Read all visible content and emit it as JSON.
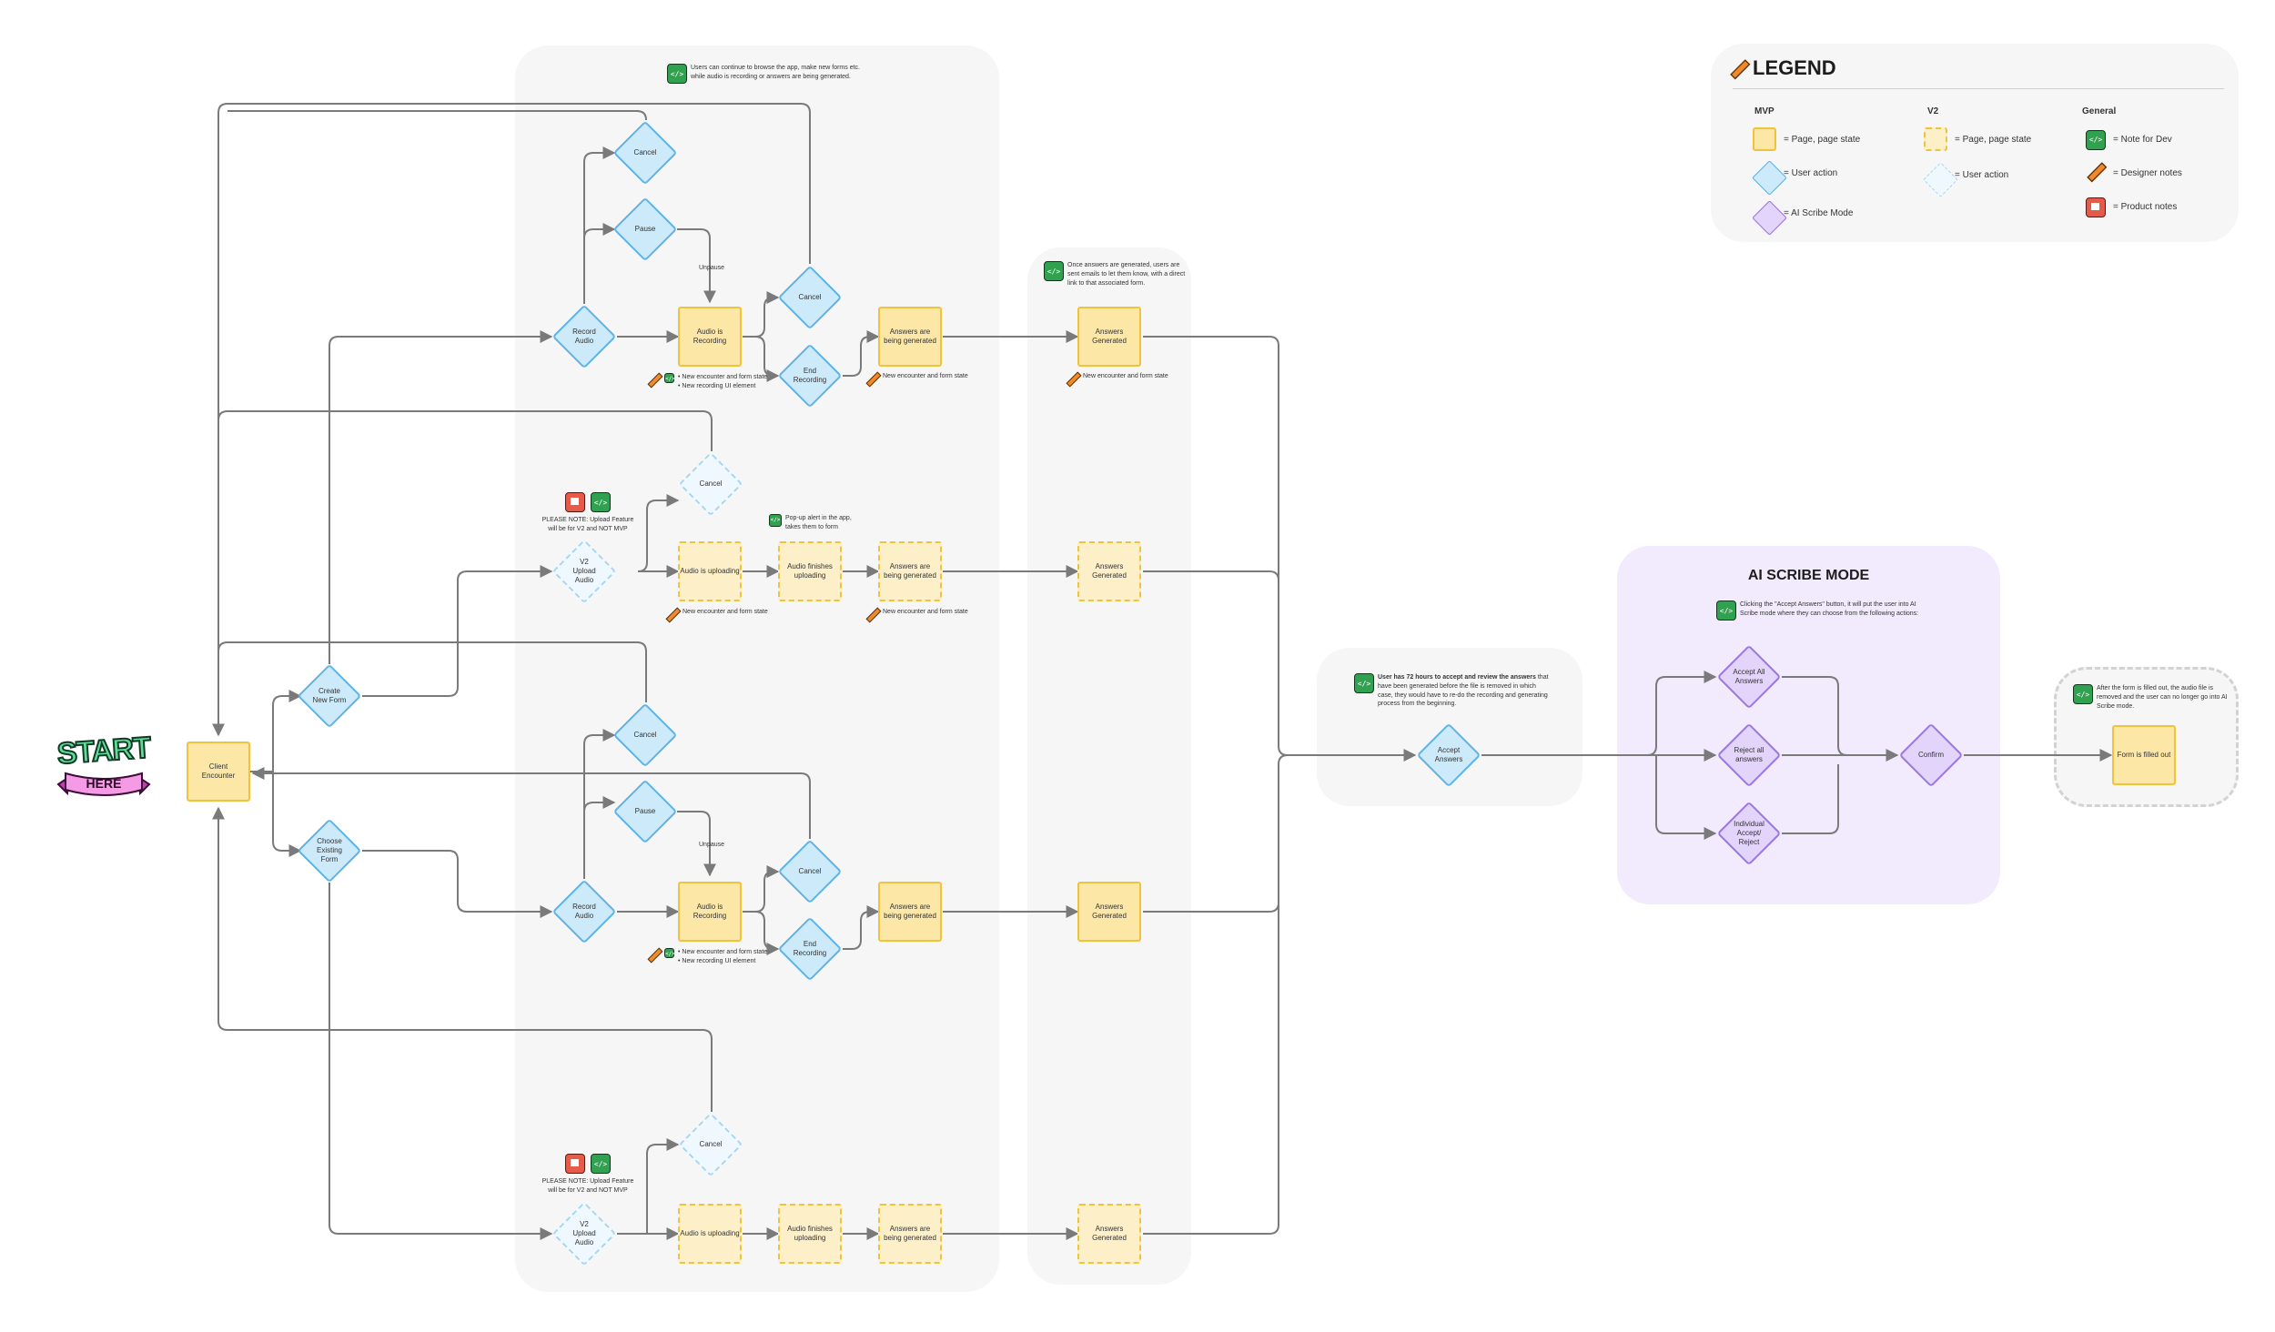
{
  "legend": {
    "title": "LEGEND",
    "columns": [
      {
        "heading": "MVP",
        "items": [
          "= Page, page state",
          "= User action",
          "= AI Scribe Mode"
        ]
      },
      {
        "heading": "V2",
        "items": [
          "= Page, page state",
          "= User action"
        ]
      },
      {
        "heading": "General",
        "items": [
          "= Note for Dev",
          "= Designer notes",
          "= Product notes"
        ]
      }
    ]
  },
  "start": {
    "top": "START",
    "bottom": "HERE"
  },
  "nodes": {
    "client_encounter": "Client\nEncounter",
    "create_new_form": "Create\nNew Form",
    "choose_existing_form": "Choose\nExisting\nForm",
    "cancel": "Cancel",
    "pause": "Pause",
    "unpause": "Unpause",
    "record_audio": "Record\nAudio",
    "audio_recording": "Audio is\nRecording",
    "end_recording": "End\nRecording",
    "answers_being_generated": "Answers are\nbeing generated",
    "answers_generated": "Answers\nGenerated",
    "v2_upload_audio": "V2\nUpload\nAudio",
    "audio_uploading": "Audio is uploading",
    "audio_finishes_uploading": "Audio finishes\nuploading",
    "accept_answers": "Accept\nAnswers",
    "accept_all_answers": "Accept All\nAnswers",
    "reject_all_answers": "Reject all\nanswers",
    "individual_accept_reject": "Individual\nAccept/\nReject",
    "confirm": "Confirm",
    "form_filled_out": "Form is filled out"
  },
  "notes": {
    "browse_app": "Users can continue to browse the app, make new forms etc.\nwhile audio is recording or answers are being generated.",
    "emails_sent": "Once answers are generated, users are\nsent emails to let them know, with a direct\nlink to that associated form.",
    "popup": "Pop-up alert in the app,\ntakes them to form",
    "upload_note": "PLEASE NOTE: Upload Feature\nwill be for V2 and NOT MVP",
    "new_encounter_state": "New encounter and form state",
    "new_encounter_list": "• New encounter and form state\n• New recording UI element",
    "accept_72_bold": "User has 72 hours to accept and review the answers",
    "accept_72_rest": " that have been generated before the file is removed in which case, they would have to re-do the recording and generating process from the beginning.",
    "ai_scribe_title": "AI SCRIBE MODE",
    "ai_scribe_note": "Clicking the \"Accept Answers\" button, it will put the user into AI\nScribe mode where they can choose from the following actions:",
    "filled_out": "After the form is filled out, the audio file is\nremoved and the user can no longer go into AI\nScribe mode."
  },
  "colors": {
    "page_fill": "#fce7a6",
    "page_stroke": "#f0c33c",
    "action_fill": "#cdeafa",
    "action_stroke": "#5fb3e6",
    "ai_fill": "#e2d4fb",
    "ai_stroke": "#9b77e2",
    "connector": "#7a7a7a"
  }
}
